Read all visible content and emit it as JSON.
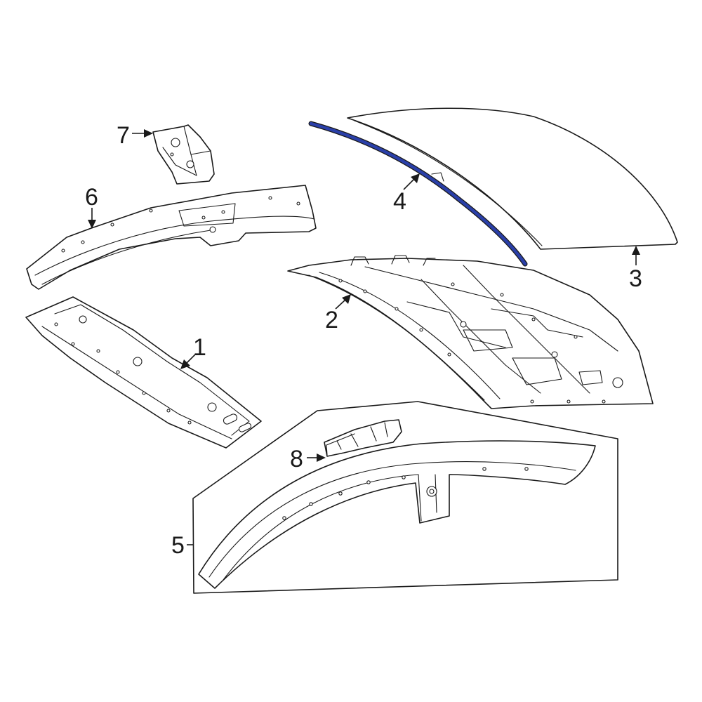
{
  "diagram": {
    "highlight_color": "#2a3fa8",
    "line_color": "#1a1a1a",
    "callouts": [
      {
        "id": "1",
        "label": "1"
      },
      {
        "id": "2",
        "label": "2"
      },
      {
        "id": "3",
        "label": "3"
      },
      {
        "id": "4",
        "label": "4"
      },
      {
        "id": "5",
        "label": "5"
      },
      {
        "id": "6",
        "label": "6"
      },
      {
        "id": "7",
        "label": "7"
      },
      {
        "id": "8",
        "label": "8"
      }
    ],
    "highlighted_part": "4"
  }
}
